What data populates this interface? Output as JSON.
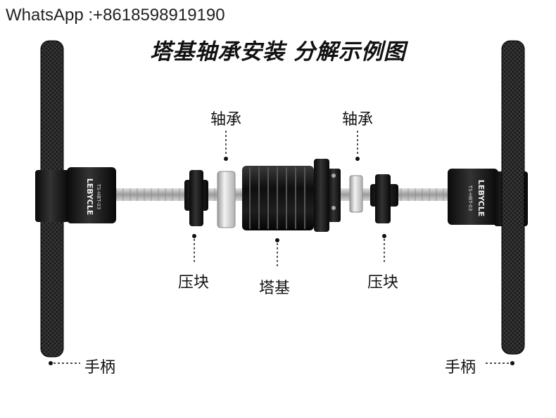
{
  "header": {
    "contact": "WhatsApp :+8618598919190",
    "title": "塔基轴承安装 分解示例图"
  },
  "tool": {
    "brand": "LEBYCLE",
    "model": "TS-HBT-03"
  },
  "parts": {
    "bearing_left": "轴承",
    "bearing_right": "轴承",
    "press_block_left": "压块",
    "press_block_right": "压块",
    "freehub_body": "塔基",
    "handle_left": "手柄",
    "handle_right": "手柄"
  },
  "colors": {
    "body_black": "#1a1a1a",
    "silver": "#d8d8d8",
    "text": "#111111"
  }
}
